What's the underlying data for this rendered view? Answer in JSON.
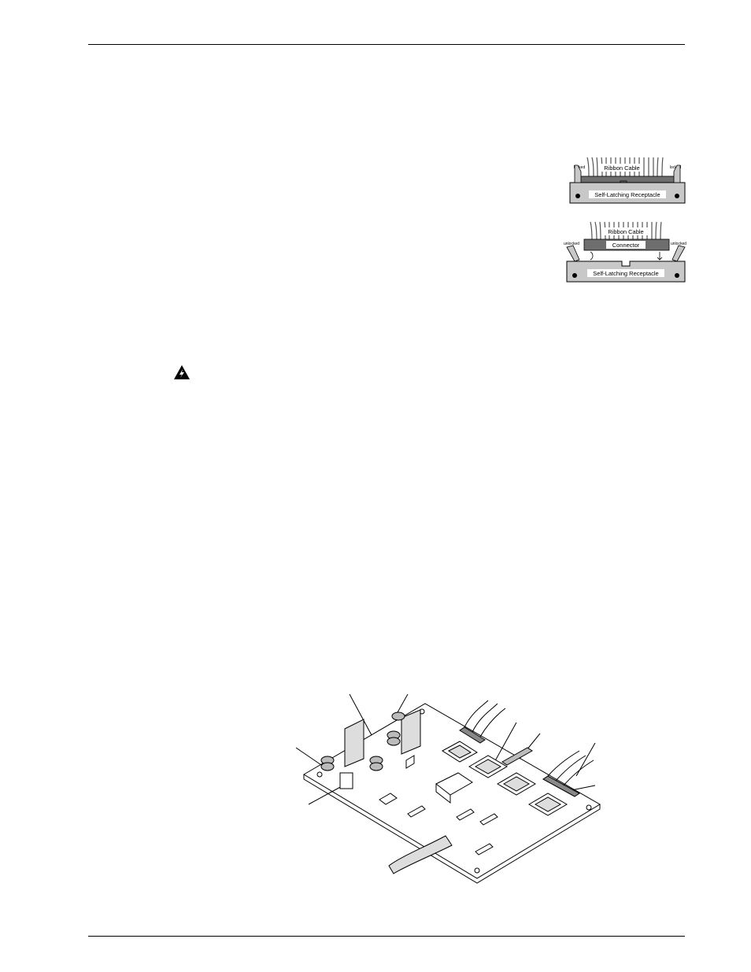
{
  "diagram_locked": {
    "top_label": "Ribbon Cable",
    "bottom_label": "Self-Latching Receptacle",
    "left_tab": "locked",
    "right_tab": "locked"
  },
  "diagram_unlocked": {
    "top_label": "Ribbon Cable",
    "middle_label": "Connector",
    "bottom_label": "Self-Latching Receptacle",
    "left_tab": "unlocked",
    "right_tab": "unlocked"
  },
  "icons": {
    "warning": "warning-triangle-icon"
  },
  "colors": {
    "rule": "#000000",
    "receptacle": "#c8c8c8",
    "connector": "#6e6e6e"
  }
}
